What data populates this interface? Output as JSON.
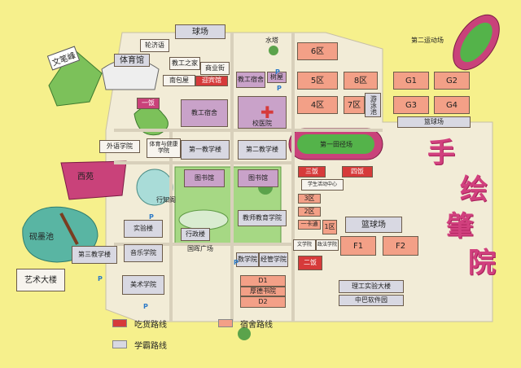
{
  "map": {
    "title_chars": [
      "手",
      "绘",
      "肇",
      "院"
    ],
    "landmarks": {
      "wenbifeng": "文笔峰",
      "gymnasium": "体育馆",
      "ball_field_top": "球场",
      "economics_school": "轮济语",
      "faculty_home": "教工之家",
      "commercial_street": "商业街",
      "south_gate_bookstore": "南包屋",
      "yingbin_hall": "迎宾馆",
      "water_tower": "水塔",
      "second_sports_field": "第二运动场",
      "first_canteen": "一饭",
      "faculty_dorm": "教工宿舍",
      "faculty_dorm_2": "教工宿舍",
      "tree_shop": "树屋",
      "hospital": "校医院",
      "fourth_field": "第一田径场",
      "basketball_top": "篮球场",
      "swimming_pool": "游泳池",
      "foreign_lang_school": "外语学院",
      "pe_school": "体育与健康学院",
      "teaching_bldg_1": "第一教学楼",
      "teaching_bldg_2": "第二教学楼",
      "west_garden": "西苑",
      "library": "图书馆",
      "library_2": "图书馆",
      "xingzhi_pavilion": "行知阁",
      "third_canteen": "三饭",
      "fourth_canteen": "四饭",
      "student_activity_center": "学生活动中心",
      "experiment_bldg": "实验楼",
      "teacher_edu_school": "教师教育学院",
      "inkstone_pond": "砚墨池",
      "admin_bldg": "行政楼",
      "basketball_right": "篮球场",
      "teaching_bldg_3": "第三教学楼",
      "music_school": "音乐学院",
      "huiming_square": "国晖广场",
      "math_school": "数学院",
      "politics_school": "经管学院",
      "second_canteen": "二饭",
      "arts_building": "艺术大楼",
      "fine_arts_school": "美术学院",
      "liberal_arts_school": "文学院",
      "law_school": "政法学院",
      "d1": "D1",
      "houde_bookhouse": "厚德书院",
      "d2": "D2",
      "science_experiment_bldg": "理工实验大楼",
      "zhongba_software_park": "中巴软件园",
      "one_canteen_small": "一卡通"
    },
    "zones": {
      "z6": "6区",
      "z5": "5区",
      "z8": "8区",
      "z4": "4区",
      "z7": "7区",
      "z3": "3区",
      "z2": "2区",
      "z1": "1区",
      "g1": "G1",
      "g2": "G2",
      "g3": "G3",
      "g4": "G4",
      "f1": "F1",
      "f2": "F2"
    },
    "parking": "P"
  },
  "legend": {
    "items": [
      {
        "label": "吃货路线",
        "color": "#d63a3a"
      },
      {
        "label": "宿舍路线",
        "color": "#f3a087"
      },
      {
        "label": "学霸路线",
        "color": "#d8d8e2"
      }
    ]
  }
}
